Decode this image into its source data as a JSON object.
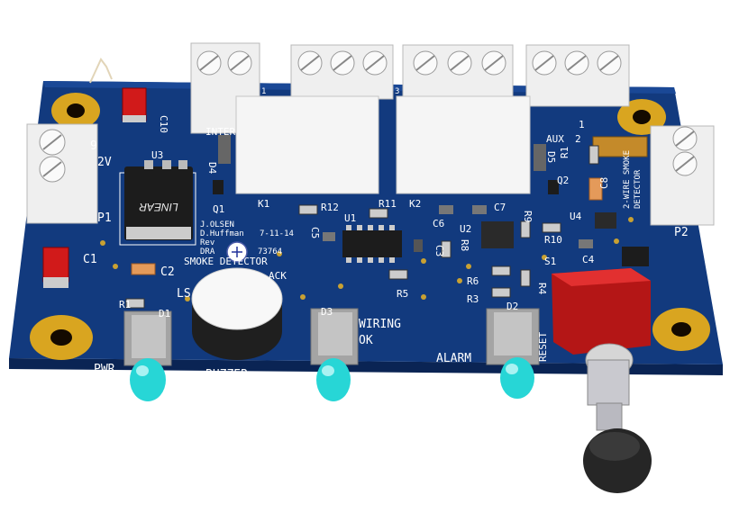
{
  "board": {
    "colors": {
      "pcb": "#123a7e",
      "pcb_edge": "#0b2556",
      "pad_gold": "#d9a520",
      "led_cyan": "#27d6d6",
      "relay_white": "#f5f5f5",
      "reset_red": "#c81919",
      "chip_black": "#1c1c1c"
    },
    "labels": {
      "c10": "C10",
      "u3": "U3",
      "p1": "P1",
      "c1": "C1",
      "c2": "C2",
      "q1": "Q1",
      "d4": "D4",
      "k1": "K1",
      "r12": "R12",
      "k2": "K2",
      "r11": "R11",
      "c6": "C6",
      "c7": "C7",
      "u1": "U1",
      "u2": "U2",
      "c5": "C5",
      "c3": "C3",
      "r8": "R8",
      "r9": "R9",
      "r10": "R10",
      "d5": "D5",
      "q2": "Q2",
      "r1_right": "R1",
      "c8": "C8",
      "u4": "U4",
      "c4": "C4",
      "s1": "S1",
      "r6": "R6",
      "r4": "R4",
      "r3": "R3",
      "d2": "D2",
      "r5": "R5",
      "p2": "P2",
      "r1_left": "R1",
      "d1": "D1",
      "ls": "LS",
      "d3": "D3",
      "pwr": "PWR",
      "buzzer": "BUZZER",
      "wiring": "WIRING",
      "ok": "OK",
      "alarm": "ALARM",
      "reset": "RESET",
      "inter": "INTER",
      "aux": "AUX",
      "twelve_v": "2V",
      "two_wire": "2-WIRE SMOKE",
      "detector": "DETECTOR",
      "smoke_detector": "SMOKE DETECTOR",
      "rack": "ACK",
      "author1": "J.OLSEN",
      "author2": "D.Huffman",
      "rev": "Rev",
      "date": "7-11-14",
      "dra": "DRA",
      "part_no": "73764",
      "chip_logo": "LINEAR",
      "num_nine": "9",
      "num_one": "1",
      "num_two": "2",
      "num_three": "3"
    }
  }
}
